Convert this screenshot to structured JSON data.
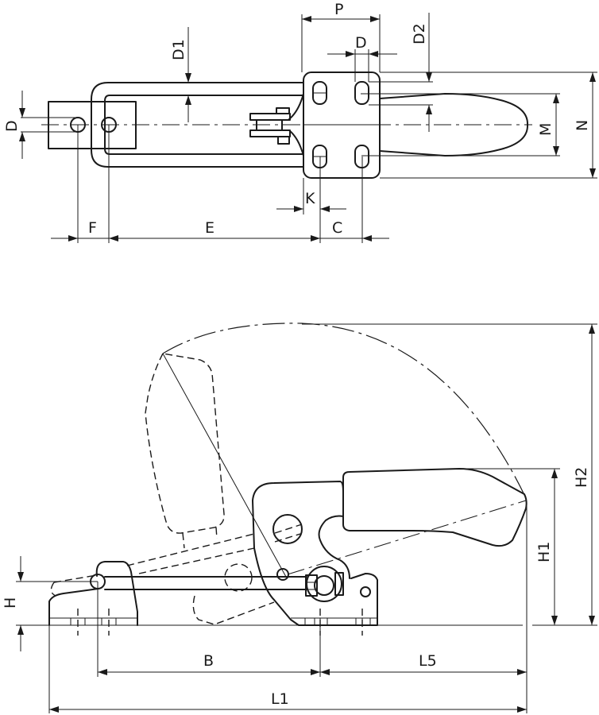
{
  "drawing": {
    "title": "Latch toggle clamp dimension drawing",
    "line_color": "#1a1a1a",
    "background": "#ffffff"
  },
  "top_view": {
    "labels": {
      "P": "P",
      "D_top": "D",
      "D2": "D2",
      "D1": "D1",
      "D_left": "D",
      "M": "M",
      "N": "N",
      "K": "K",
      "F": "F",
      "E": "E",
      "C": "C"
    }
  },
  "side_view": {
    "labels": {
      "H": "H",
      "H1": "H1",
      "H2": "H2",
      "B": "B",
      "L5": "L5",
      "L1": "L1"
    }
  }
}
